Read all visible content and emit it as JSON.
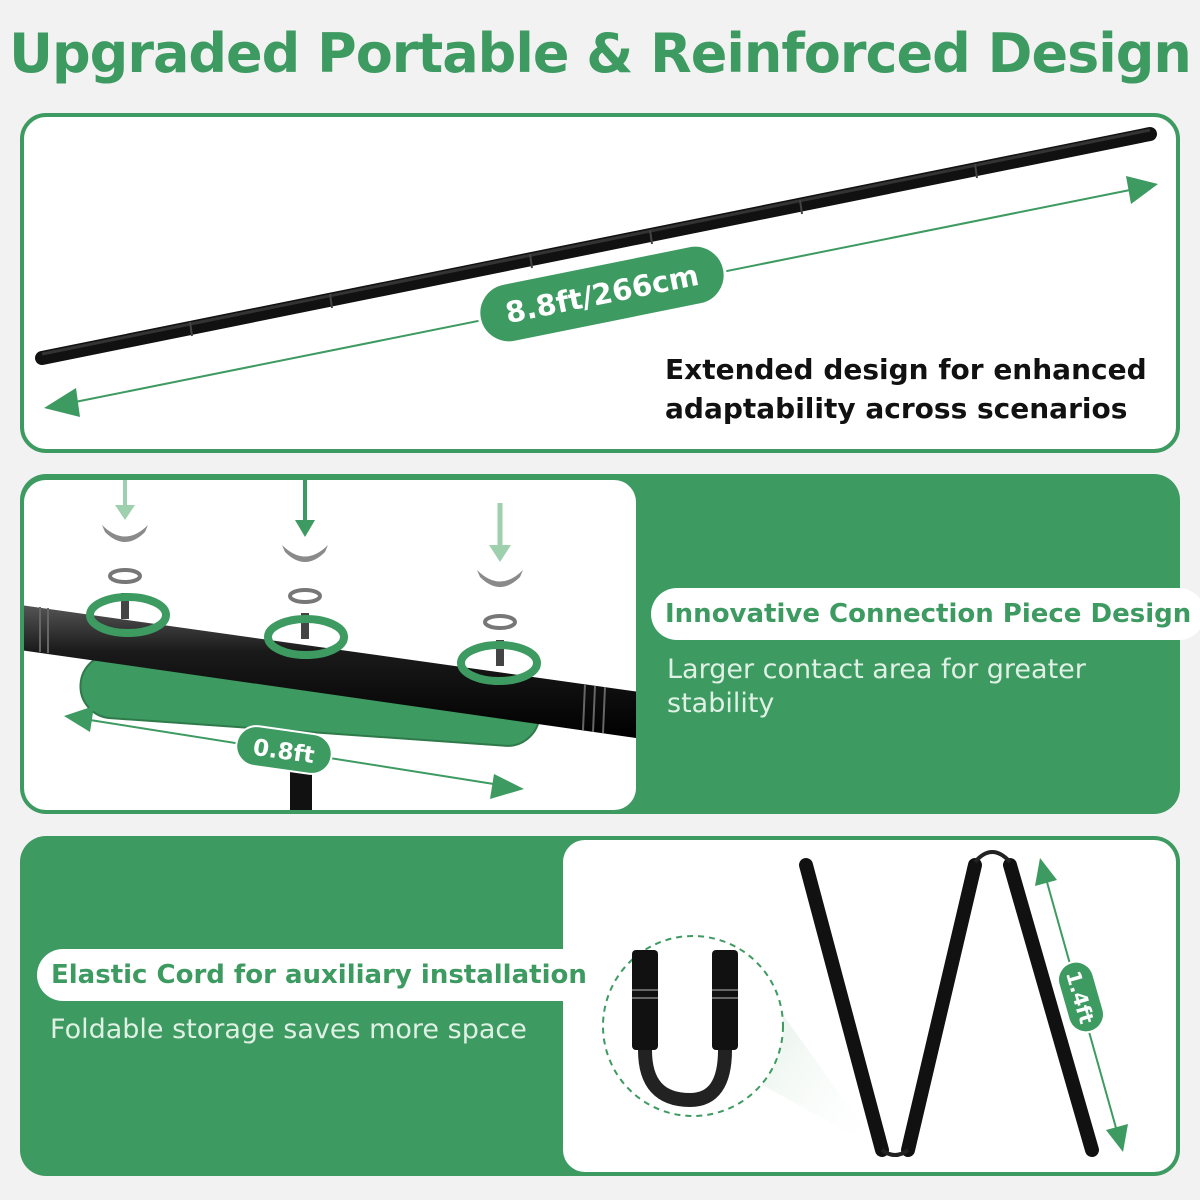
{
  "title": "Upgraded Portable & Reinforced Design",
  "section1": {
    "length_label": "8.8ft/266cm",
    "description": "Extended design for enhanced adaptability across scenarios"
  },
  "section2": {
    "heading": "Innovative Connection Piece Design",
    "description": "Larger contact area for greater stability",
    "length_label": "0.8ft"
  },
  "section3": {
    "heading": "Elastic Cord for auxiliary installation",
    "description": "Foldable storage saves more space",
    "length_label": "1.4ft"
  },
  "colors": {
    "accent": "#3d9a60",
    "background": "#f2f2f2",
    "pole": "#1a1a1a"
  }
}
